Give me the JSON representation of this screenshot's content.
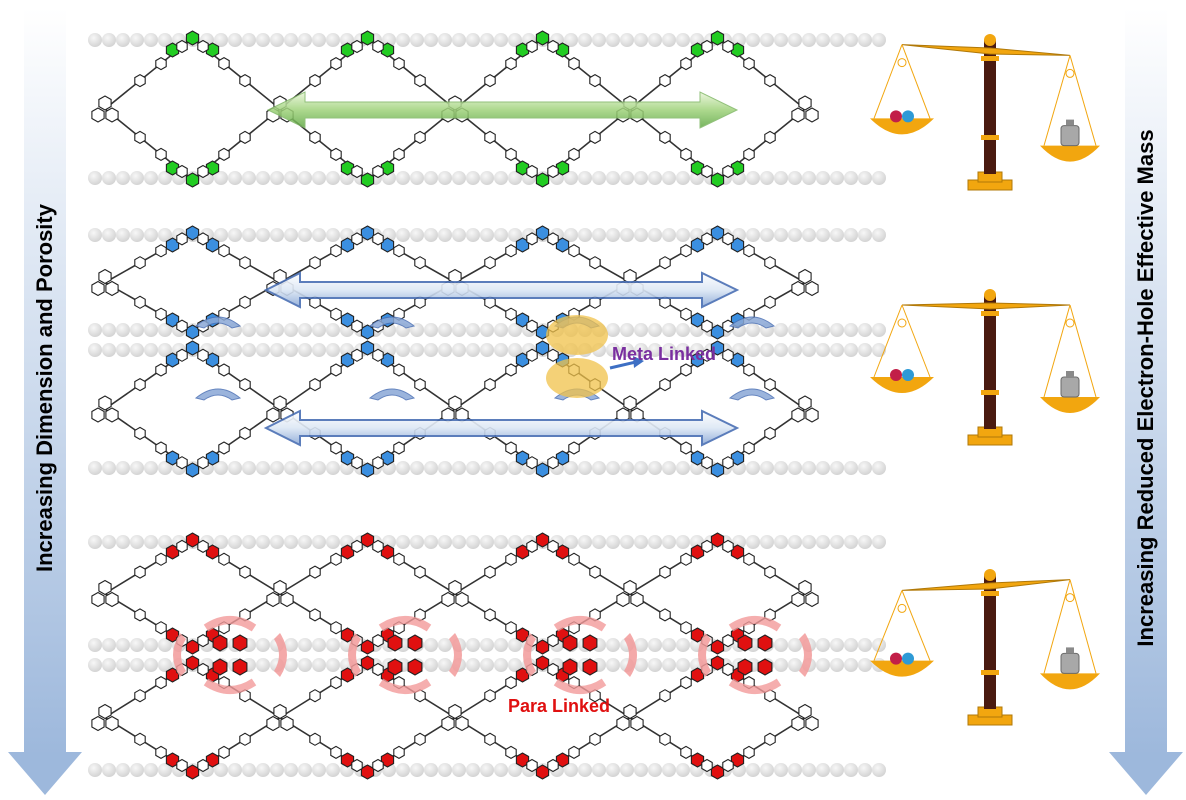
{
  "labels": {
    "left_axis": "Increasing Dimension and Porosity",
    "right_axis": "Increasing Reduced Electron-Hole Effective Mass",
    "meta": "Meta Linked",
    "para": "Para Linked"
  },
  "colors": {
    "green_linker": "#22cc22",
    "blue_linker": "#3b8fe0",
    "red_linker": "#e01010",
    "meta_text": "#7a2fa0",
    "para_text": "#e01010",
    "scale_gold": "#f2a60f",
    "scale_post": "#4a1a10",
    "arrow_fill": "#c9d8ec",
    "framework": "#333333"
  },
  "panels": [
    {
      "name": "green-2d-layer",
      "linker": "green_linker",
      "layers": 1
    },
    {
      "name": "blue-meta-bilayer",
      "linker": "blue_linker",
      "layers": 2
    },
    {
      "name": "red-para-bilayer",
      "linker": "red_linker",
      "layers": 2
    }
  ],
  "scales": [
    {
      "name": "scale-top",
      "tilt": 0.06
    },
    {
      "name": "scale-middle",
      "tilt": 0.0
    },
    {
      "name": "scale-bottom",
      "tilt": -0.06
    }
  ]
}
